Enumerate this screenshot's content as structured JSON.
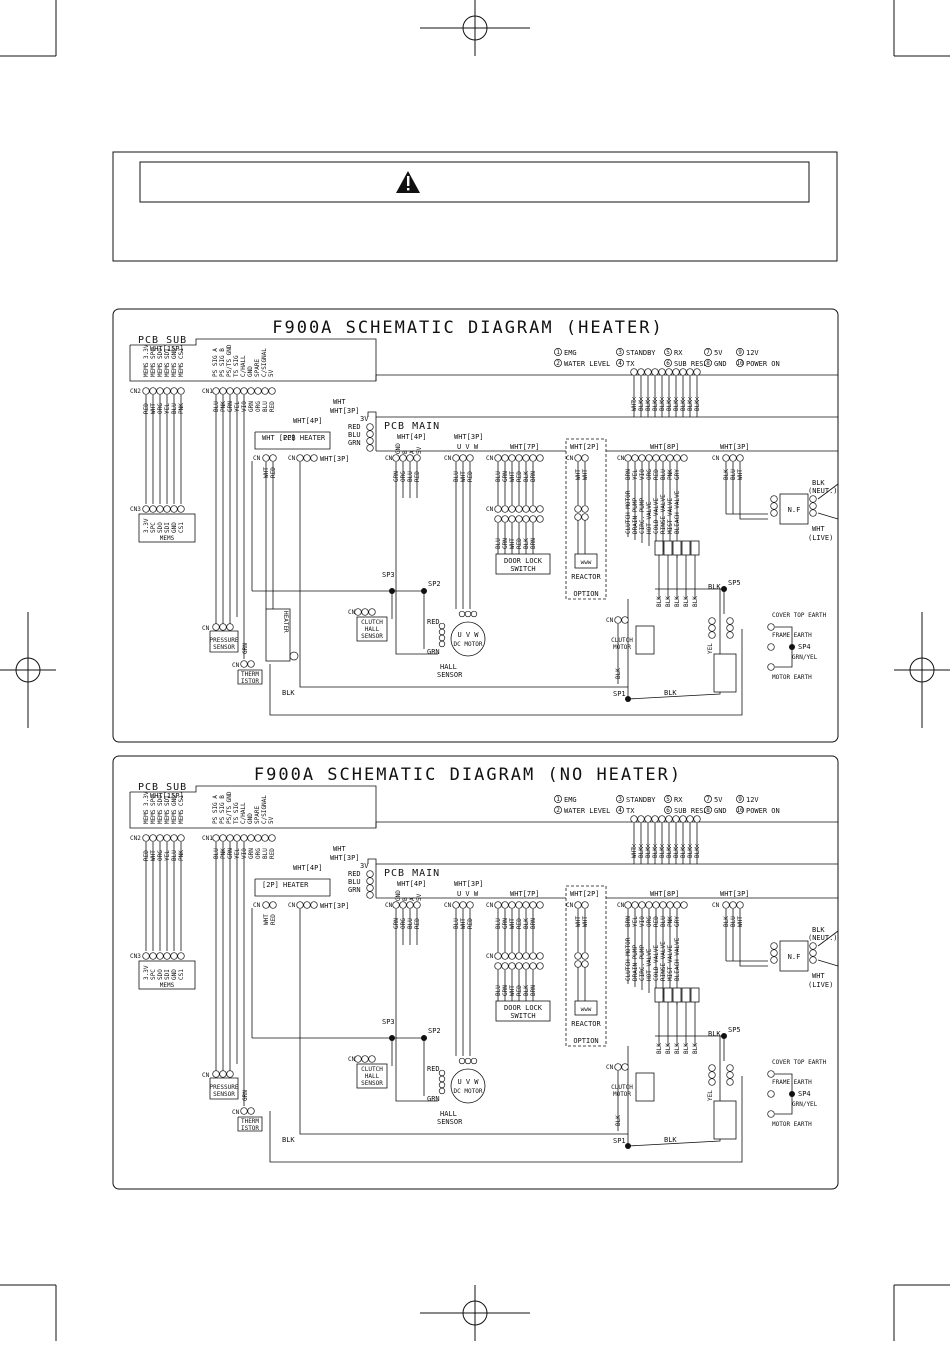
{
  "warning_box": {
    "icon": "warning-triangle-icon"
  },
  "diagrams": [
    {
      "id": "heater",
      "title": "F900A  SCHEMATIC DIAGRAM (HEATER)",
      "has_heater": true,
      "pcb_sub": {
        "label": "PCB SUB",
        "connector": "WHT[15P]",
        "connector_id": "CN2",
        "pins_left": [
          "MEMS 3.3V",
          "MEMS SPC",
          "MEMS SDO",
          "MEMS SDI",
          "MEMS GND",
          "MEMS CS1"
        ],
        "pins_right": [
          "PS SIG A",
          "PS SIG B",
          "PS/TS GND",
          "TS SIG",
          "C/HALL",
          "GND",
          "SPARE",
          "C/SIGNAL",
          "5V"
        ],
        "wires_left": [
          "RED",
          "WHT",
          "ORG",
          "YEL",
          "BLU",
          "PNK"
        ],
        "wires_right": [
          "BLU",
          "PNK",
          "GRN",
          "YEL",
          "VIO",
          "GRN",
          "ORG",
          "BLU",
          "RED"
        ]
      },
      "mems": {
        "label": "MEMS",
        "pins": [
          "3.3V",
          "SPC",
          "SDO",
          "SDI",
          "GND",
          "CS1"
        ]
      },
      "legend": {
        "items": [
          "EMG",
          "WATER LEVEL",
          "STANDBY",
          "TX",
          "RX",
          "SUB RESET",
          "5V",
          "GND",
          "12V",
          "POWER ON"
        ],
        "numbers": [
          "1",
          "2",
          "3",
          "4",
          "5",
          "6",
          "7",
          "8",
          "9",
          "10"
        ]
      },
      "pcb_main": {
        "label": "PCB MAIN",
        "top_wires": [
          "WHT",
          "BLK",
          "BLK",
          "BLK",
          "BLK",
          "BLK",
          "BLK",
          "BLK",
          "BLK",
          "BLK"
        ],
        "heater_conn": "WHT [2P]",
        "pcb_heater": "PCB  HEATER",
        "wht4p": "WHT[4P]",
        "wht3p": "WHT[3P]",
        "wht": "WHT",
        "three_v": "3V",
        "rbg": [
          "RED",
          "BLU",
          "GRN"
        ],
        "hall_conn": "WHT[4P]",
        "hall_pins": [
          "GND",
          "B",
          "A",
          "5V"
        ],
        "uvw_conn": "WHT[3P]",
        "uvw": "U V W",
        "door_conn": "WHT[7P]",
        "reactor_conn": "WHT[2P]",
        "loads_conn": "WHT[8P]",
        "power_conn": "WHT[3P]"
      },
      "wires": {
        "heater": [
          "WHT",
          "RED"
        ],
        "hall": [
          "GRN",
          "ORG",
          "BLU",
          "RED"
        ],
        "uvw": [
          "BLU",
          "WHT",
          "RED"
        ],
        "door_top": [
          "BLU",
          "GRN",
          "WHT",
          "RED",
          "BLK",
          "BRN"
        ],
        "door_bottom": [
          "BLU",
          "GRN",
          "WHT",
          "RED",
          "BLK",
          "BRN"
        ],
        "reactor": [
          "WHT",
          "WHT"
        ],
        "loads": [
          "BRN",
          "YEL",
          "VIO",
          "ORG",
          "RED",
          "BLU",
          "PNK",
          "GRY"
        ],
        "power": [
          "BLK",
          "BLU",
          "WHT"
        ],
        "loads_return": [
          "BLK",
          "BLK",
          "BLK",
          "BLK",
          "BLK"
        ]
      },
      "load_names": [
        "CLUTCH MOTOR",
        "DRAIN PUMP",
        "CIRC. PUMP",
        "HOT VALVE",
        "COLD VALVE",
        "RINSE VALVE",
        "MIST VALVE",
        "BLEACH VALVE"
      ],
      "labels": {
        "door_lock": [
          "DOOR LOCK",
          "SWITCH"
        ],
        "reactor": "REACTOR",
        "option": "OPTION",
        "clutch_hall": [
          "CLUTCH",
          "HALL",
          "SENSOR"
        ],
        "dc_motor": [
          "U V W",
          "DC MOTOR"
        ],
        "hall_sensor": [
          "HALL",
          "SENSOR"
        ],
        "pressure": [
          "PRESSURE",
          "SENSOR"
        ],
        "thermistor": [
          "THERM",
          "ISTOR"
        ],
        "heater": "HEATER",
        "clutch_motor": [
          "CLUTCH",
          "MOTOR"
        ],
        "nf": "N.F",
        "blk_neut": [
          "BLK",
          "(NEUT.)"
        ],
        "wht_live": [
          "WHT",
          "(LIVE)"
        ],
        "cover_earth": "COVER TOP EARTH",
        "frame_earth": "FRAME EARTH",
        "motor_earth": "MOTOR EARTH",
        "grn_yel": "GRN/YEL",
        "sp1": "SP1",
        "sp2": "SP2",
        "sp3": "SP3",
        "sp4": "SP4",
        "sp5": "SP5",
        "blk": "BLK",
        "grn": "GRN",
        "red": "RED",
        "yel": "YEL"
      }
    },
    {
      "id": "noheater",
      "title": "F900A  SCHEMATIC DIAGRAM (NO HEATER)",
      "has_heater": false,
      "pcb_sub": {
        "label": "PCB SUB",
        "connector": "WHT[15P]",
        "connector_id": "CN2",
        "pins_left": [
          "MEMS 3.3V",
          "MEMS SPC",
          "MEMS SDO",
          "MEMS SDI",
          "MEMS GND",
          "MEMS CS1"
        ],
        "pins_right": [
          "PS SIG A",
          "PS SIG B",
          "PS/TS GND",
          "TS SIG",
          "C/HALL",
          "GND",
          "SPARE",
          "C/SIGNAL",
          "5V"
        ],
        "wires_left": [
          "RED",
          "WHT",
          "ORG",
          "YEL",
          "BLU",
          "PNK"
        ],
        "wires_right": [
          "BLU",
          "PNK",
          "GRN",
          "YEL",
          "VIO",
          "GRN",
          "ORG",
          "BLU",
          "RED"
        ]
      },
      "mems": {
        "label": "MEMS",
        "pins": [
          "3.3V",
          "SPC",
          "SDO",
          "SDI",
          "GND",
          "CS1"
        ]
      },
      "legend": {
        "items": [
          "EMG",
          "WATER LEVEL",
          "STANDBY",
          "TX",
          "RX",
          "SUB RESET",
          "5V",
          "GND",
          "12V",
          "POWER ON"
        ],
        "numbers": [
          "1",
          "2",
          "3",
          "4",
          "5",
          "6",
          "7",
          "8",
          "9",
          "10"
        ]
      },
      "pcb_main": {
        "label": "PCB MAIN",
        "top_wires": [
          "WHT",
          "BLK",
          "BLK",
          "BLK",
          "BLK",
          "BLK",
          "BLK",
          "BLK",
          "BLK",
          "BLK"
        ],
        "heater_conn": "[2P]",
        "pcb_heater": "HEATER",
        "wht4p": "WHT[4P]",
        "wht3p": "WHT[3P]",
        "wht": "WHT",
        "three_v": "3V",
        "rbg": [
          "RED",
          "BLU",
          "GRN"
        ],
        "hall_conn": "WHT[4P]",
        "hall_pins": [
          "GND",
          "B",
          "A",
          "5V"
        ],
        "uvw_conn": "WHT[3P]",
        "uvw": "U V W",
        "door_conn": "WHT[7P]",
        "reactor_conn": "WHT[2P]",
        "loads_conn": "WHT[8P]",
        "power_conn": "WHT[3P]"
      },
      "wires": {
        "heater": [
          "WHT",
          "RED"
        ],
        "hall": [
          "GRN",
          "ORG",
          "BLU",
          "RED"
        ],
        "uvw": [
          "BLU",
          "WHT",
          "RED"
        ],
        "door_top": [
          "BLU",
          "GRN",
          "WHT",
          "RED",
          "BLK",
          "BRN"
        ],
        "door_bottom": [
          "BLU",
          "GRN",
          "WHT",
          "RED",
          "BLK",
          "BRN"
        ],
        "reactor": [
          "WHT",
          "WHT"
        ],
        "loads": [
          "BRN",
          "YEL",
          "VIO",
          "ORG",
          "RED",
          "BLU",
          "PNK",
          "GRY"
        ],
        "power": [
          "BLK",
          "BLU",
          "WHT"
        ],
        "loads_return": [
          "BLK",
          "BLK",
          "BLK",
          "BLK",
          "BLK"
        ]
      },
      "load_names": [
        "CLUTCH MOTOR",
        "DRAIN PUMP",
        "CIRC. PUMP",
        "HOT VALVE",
        "COLD VALVE",
        "RINSE VALVE",
        "MIST VALVE",
        "BLEACH VALVE"
      ],
      "labels": {
        "door_lock": [
          "DOOR LOCK",
          "SWITCH"
        ],
        "reactor": "REACTOR",
        "option": "OPTION",
        "clutch_hall": [
          "CLUTCH",
          "HALL",
          "SENSOR"
        ],
        "dc_motor": [
          "U V W",
          "DC MOTOR"
        ],
        "hall_sensor": [
          "HALL",
          "SENSOR"
        ],
        "pressure": [
          "PRESSURE",
          "SENSOR"
        ],
        "thermistor": [
          "THERM",
          "ISTOR"
        ],
        "heater": "HEATER",
        "clutch_motor": [
          "CLUTCH",
          "MOTOR"
        ],
        "nf": "N.F",
        "blk_neut": [
          "BLK",
          "(NEUT.)"
        ],
        "wht_live": [
          "WHT",
          "(LIVE)"
        ],
        "cover_earth": "COVER TOP EARTH",
        "frame_earth": "FRAME EARTH",
        "motor_earth": "MOTOR EARTH",
        "grn_yel": "GRN/YEL",
        "sp1": "SP1",
        "sp2": "SP2",
        "sp3": "SP3",
        "sp4": "SP4",
        "sp5": "SP5",
        "blk": "BLK",
        "grn": "GRN",
        "red": "RED",
        "yel": "YEL"
      }
    }
  ]
}
